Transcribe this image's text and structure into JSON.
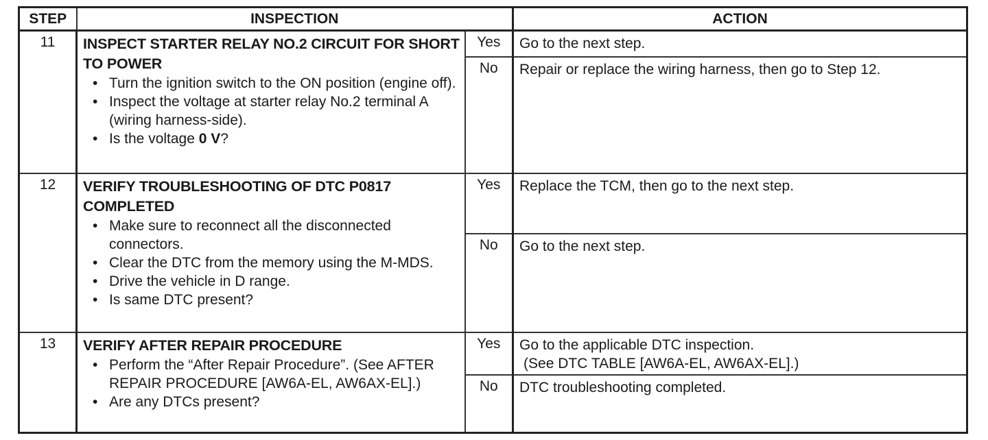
{
  "header": {
    "step": "STEP",
    "inspection": "INSPECTION",
    "action": "ACTION"
  },
  "rows": [
    {
      "step": "11",
      "title": "INSPECT STARTER RELAY NO.2 CIRCUIT FOR SHORT TO POWER",
      "bullets": [
        "Turn the ignition switch to the ON position (engine off).",
        "Inspect the voltage at starter relay No.2 terminal A (wiring harness-side)."
      ],
      "question_pre": "Is the voltage ",
      "question_bold": "0 V",
      "question_post": "?",
      "yes_label": "Yes",
      "yes_action": "Go to the next step.",
      "no_label": "No",
      "no_action": "Repair or replace the wiring harness, then go to Step 12."
    },
    {
      "step": "12",
      "title": "VERIFY TROUBLESHOOTING OF DTC P0817 COMPLETED",
      "bullets": [
        "Make sure to reconnect all the disconnected connectors.",
        "Clear the DTC from the memory using the M-MDS.",
        "Drive the vehicle in D range.",
        "Is same DTC present?"
      ],
      "yes_label": "Yes",
      "yes_action": "Replace the TCM, then go to the next step.",
      "no_label": "No",
      "no_action": "Go to the next step."
    },
    {
      "step": "13",
      "title": "VERIFY AFTER REPAIR PROCEDURE",
      "bullets": [
        "Perform the “After Repair Procedure”. (See AFTER REPAIR PROCEDURE [AW6A-EL, AW6AX-EL].)",
        "Are any DTCs present?"
      ],
      "yes_label": "Yes",
      "yes_action_line1": "Go to the applicable DTC inspection.",
      "yes_action_line2": "(See DTC TABLE [AW6A-EL, AW6AX-EL].)",
      "no_label": "No",
      "no_action": "DTC troubleshooting completed."
    }
  ]
}
